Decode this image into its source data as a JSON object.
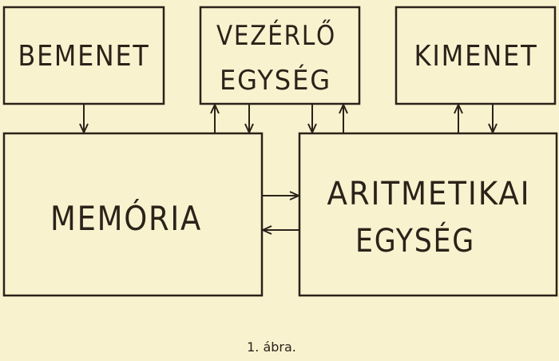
{
  "boxes": {
    "input": "BEMENET",
    "control_line1": "VEZÉRLŐ",
    "control_line2": "EGYSÉG",
    "output": "KIMENET",
    "memory": "MEMÓRIA",
    "alu_line1": "ARITMETIKAI",
    "alu_line2": "EGYSÉG"
  },
  "caption": "1. ábra.",
  "colors": {
    "background": "#f9f2cf",
    "ink": "#2b2219"
  }
}
